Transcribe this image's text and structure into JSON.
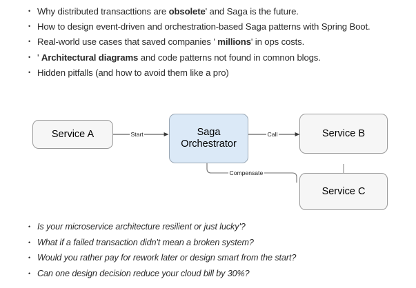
{
  "slide": {
    "background_color": "#ffffff",
    "text_color": "#2b2b2b"
  },
  "top_list": [
    {
      "parts": [
        {
          "text": "Why distributed transacttions are ",
          "bold": false
        },
        {
          "text": "obsolete",
          "bold": true
        },
        {
          "text": "' and Saga is the future.",
          "bold": false
        }
      ]
    },
    {
      "parts": [
        {
          "text": "How to design event-driven and orchestration-based Saga patterns with Spring Boot.",
          "bold": false
        }
      ]
    },
    {
      "parts": [
        {
          "text": "Real-world use cases that saved companies ' ",
          "bold": false
        },
        {
          "text": "millions",
          "bold": true
        },
        {
          "text": "' in ops costs.",
          "bold": false
        }
      ]
    },
    {
      "parts": [
        {
          "text": "' ",
          "bold": false
        },
        {
          "text": "Architectural diagrams",
          "bold": true
        },
        {
          "text": " and code patterns not found in comnon blogs.",
          "bold": false
        }
      ]
    },
    {
      "parts": [
        {
          "text": "Hidden pitfalls (and how to avoid them like a pro)",
          "bold": false
        }
      ]
    }
  ],
  "diagram": {
    "nodes": [
      {
        "id": "service-a",
        "label": "Service A",
        "fill": "#f6f6f6",
        "stroke": "#9a9a9a"
      },
      {
        "id": "saga-orchestrator",
        "label": "Saga Orchestrator",
        "fill": "#dbe9f7",
        "stroke": "#9aa7b4"
      },
      {
        "id": "service-b",
        "label": "Service B",
        "fill": "#f6f6f6",
        "stroke": "#9a9a9a"
      },
      {
        "id": "service-c",
        "label": "Service C",
        "fill": "#f6f6f6",
        "stroke": "#9a9a9a"
      }
    ],
    "edges": [
      {
        "id": "start",
        "label": "Start",
        "from": "service-a",
        "to": "saga-orchestrator",
        "arrow": true
      },
      {
        "id": "call",
        "label": "Call",
        "from": "saga-orchestrator",
        "to": "service-b",
        "arrow": true
      },
      {
        "id": "compensate",
        "label": "Compensate",
        "from": "saga-orchestrator",
        "to": "service-c",
        "arrow": false
      },
      {
        "id": "b-to-c",
        "label": "",
        "from": "service-b",
        "to": "service-c",
        "arrow": false
      }
    ]
  },
  "bottom_list": [
    "Is your microservice architecture resilient or just lucky'?",
    "What if a failed transaction didn't mean a broken system?",
    "Would you rather pay for rework later or design smart from the start?",
    "Can one design decision reduce your cloud bill by 30%?"
  ]
}
